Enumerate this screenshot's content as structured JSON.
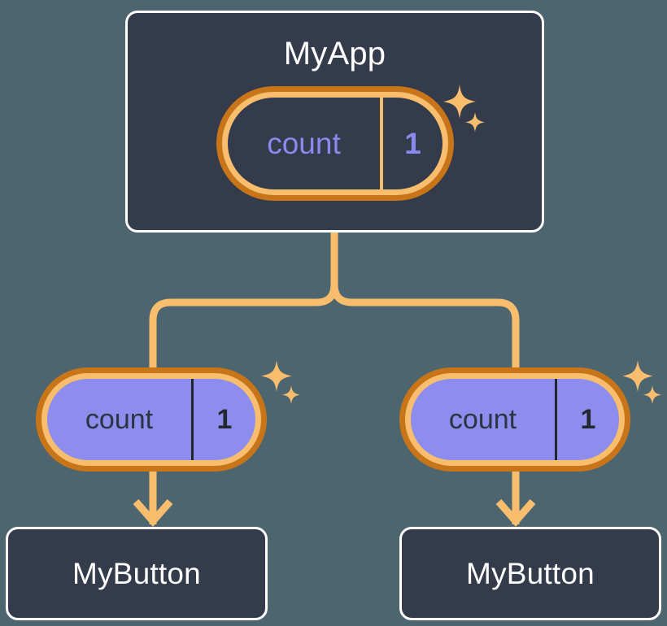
{
  "theme": {
    "page_background": "#4c656e",
    "card_background": "#343b4a",
    "card_border": "#ffffff",
    "ring_outer": "#c8751a",
    "ring_inner": "#f8be6e",
    "connector": "#f8be6e",
    "state_fill": "#8d8dee",
    "state_text_on_dark": "#8989f0",
    "state_text_on_fill": "#2c3341",
    "sparkle": "#f8be6e"
  },
  "diagram": {
    "root": {
      "title": "MyApp",
      "state": {
        "key": "count",
        "value": "1"
      },
      "sparkle_label": "sparkle-icon"
    },
    "branches": [
      {
        "state": {
          "key": "count",
          "value": "1"
        },
        "child": {
          "title": "MyButton"
        },
        "sparkle_label": "sparkle-icon"
      },
      {
        "state": {
          "key": "count",
          "value": "1"
        },
        "child": {
          "title": "MyButton"
        },
        "sparkle_label": "sparkle-icon"
      }
    ]
  }
}
